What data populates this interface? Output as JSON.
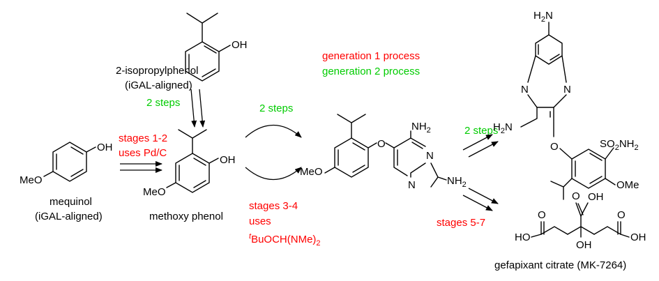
{
  "colors": {
    "red": "#ff0000",
    "green": "#00cc00",
    "ink": "#000000"
  },
  "legend": {
    "gen1": "generation 1 process",
    "gen2": "generation 2 process"
  },
  "start_top": {
    "name": "2-isopropylphenol",
    "note": "(iGAL-aligned)",
    "oh": "OH",
    "steps": "2 steps"
  },
  "start_left": {
    "name": "mequinol",
    "note": "(iGAL-aligned)",
    "oh": "OH",
    "meo": "MeO",
    "stage_line1": "stages 1-2",
    "stage_line2": "uses Pd/C"
  },
  "intermediate1": {
    "name": "methoxy phenol",
    "oh": "OH",
    "meo": "MeO"
  },
  "to_intermediate2": {
    "steps": "2 steps",
    "stage_line1": "stages  3-4",
    "stage_line2": "uses",
    "stage_sup": "t",
    "stage_line3": "BuOCH(NMe)",
    "stage_sub": "2"
  },
  "intermediate2": {
    "meo": "MeO",
    "o": "O",
    "nh2_top": "NH",
    "nh2_top_sub": "2",
    "n1": "N",
    "n2": "N",
    "nh2_bottom": "NH",
    "nh2_bottom_sub": "2"
  },
  "to_product": {
    "steps": "2 steps",
    "stages": "stages  5-7"
  },
  "product": {
    "h2n_top": "H",
    "h2n_top_sub": "2",
    "h2n_top_n": "N",
    "n1": "N",
    "n2": "N",
    "h2n_left": "H",
    "h2n_left_sub": "2",
    "h2n_left_n": "N",
    "o": "O",
    "so2nh2": "SO",
    "so2nh2_sub1": "2",
    "so2nh2_rest": "NH",
    "so2nh2_sub2": "2",
    "ome": "OMe",
    "name": "gefapixant citrate (MK-7264)"
  },
  "citrate": {
    "ho_left": "HO",
    "o_left": "O",
    "o_top": "O",
    "oh_top": "OH",
    "o_right": "O",
    "oh_right": "OH",
    "oh_bottom": "OH"
  }
}
